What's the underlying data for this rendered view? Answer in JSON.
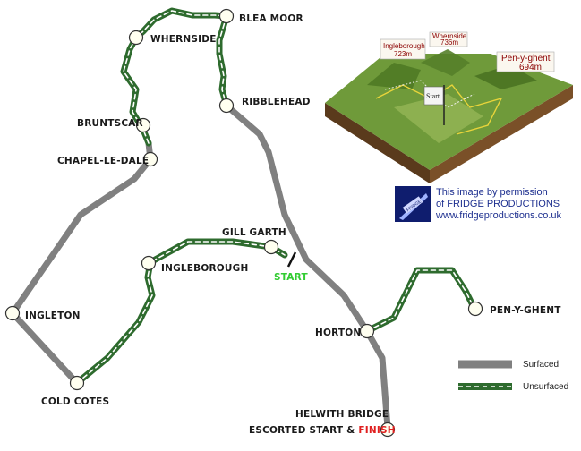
{
  "colors": {
    "surfaced": "#808080",
    "unsurfaced_outer": "#2e6b2e",
    "unsurfaced_dash": "#ffffff",
    "node_fill": "#fffff0",
    "start": "#33cc33",
    "finish": "#e02020"
  },
  "places": {
    "blea_moor": "BLEA MOOR",
    "whernside": "WHERNSIDE",
    "ribblehead": "RIBBLEHEAD",
    "bruntscar": "BRUNTSCAR",
    "chapel_le_dale": "CHAPEL-LE-DALE",
    "gill_garth": "GILL GARTH",
    "ingleborough": "INGLEBOROUGH",
    "ingleton": "INGLETON",
    "horton": "HORTON",
    "pen_y_ghent": "PEN-Y-GHENT",
    "cold_cotes": "COLD COTES",
    "helwith_bridge": "HELWITH BRIDGE",
    "escorted": "ESCORTED START & ",
    "finish": "FINISH",
    "start": "START"
  },
  "legend": {
    "surfaced": "Surfaced",
    "unsurfaced": "Unsurfaced"
  },
  "inset": {
    "ingleborough": "Ingleborough",
    "ingleborough_height": "723m",
    "whernside": "Whernside",
    "whernside_height": "736m",
    "penyghent": "Pen-y-ghent",
    "penyghent_height": "694m",
    "start_flag": "Start"
  },
  "credit": {
    "line1": "This image by permission",
    "line2": "of FRIDGE PRODUCTIONS",
    "line3": "www.fridgeproductions.co.uk",
    "badge": "FRIDGE"
  }
}
